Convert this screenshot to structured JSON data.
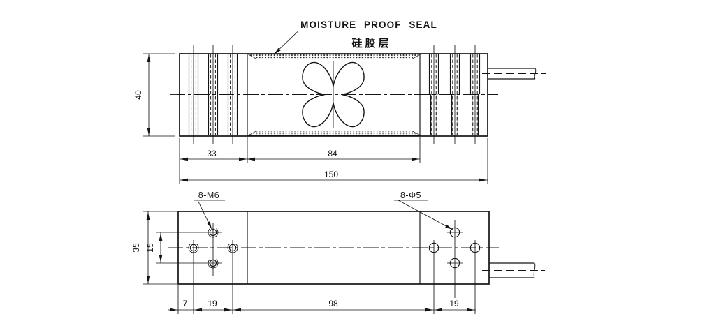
{
  "annotations": {
    "seal_label": "MOISTURE PROOF SEAL",
    "seal_label_cn": "硅胶层",
    "left_hole_callout": "8-M6",
    "right_hole_callout": "8-Φ5"
  },
  "side_view_dims": {
    "height": "40",
    "left_section": "33",
    "center_section": "84",
    "total_length": "150"
  },
  "plan_view_dims": {
    "width": "35",
    "hole_row_spacing": "15",
    "edge_to_hole": "7",
    "left_hole_pitch": "19",
    "hole_group_span": "98",
    "right_hole_pitch": "19"
  },
  "colors": {
    "line": "#141414",
    "background": "#ffffff"
  }
}
